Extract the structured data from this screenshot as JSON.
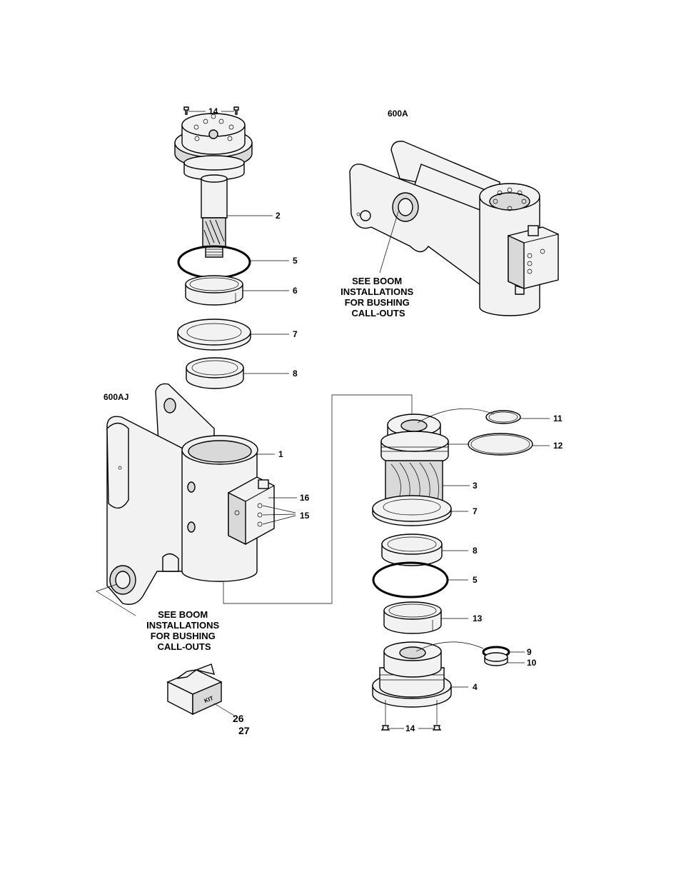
{
  "assemblies": {
    "top_right": "600A",
    "left": "600AJ"
  },
  "notes": {
    "bushing_upper": [
      "SEE BOOM",
      "INSTALLATIONS",
      "FOR BUSHING",
      "CALL-OUTS"
    ],
    "bushing_lower": [
      "SEE BOOM",
      "INSTALLATIONS",
      "FOR BUSHING",
      "CALL-OUTS"
    ]
  },
  "kit_label": "KIT",
  "callouts": {
    "top_screws": "14",
    "shaft": "2",
    "oring_top": "5",
    "bushing_top": "6",
    "washer_top": "7",
    "bearing_top": "8",
    "housing": "1",
    "valve": "16",
    "plugs": "15",
    "small_oring": "11",
    "large_oring": "12",
    "pinion": "3",
    "washer_mid": "7",
    "bearing_mid": "8",
    "oring_mid": "5",
    "bushing_mid": "13",
    "seal_9": "9",
    "seal_10": "10",
    "cap": "4",
    "bottom_screws": "14",
    "kit_26": "26",
    "kit_27": "27"
  }
}
